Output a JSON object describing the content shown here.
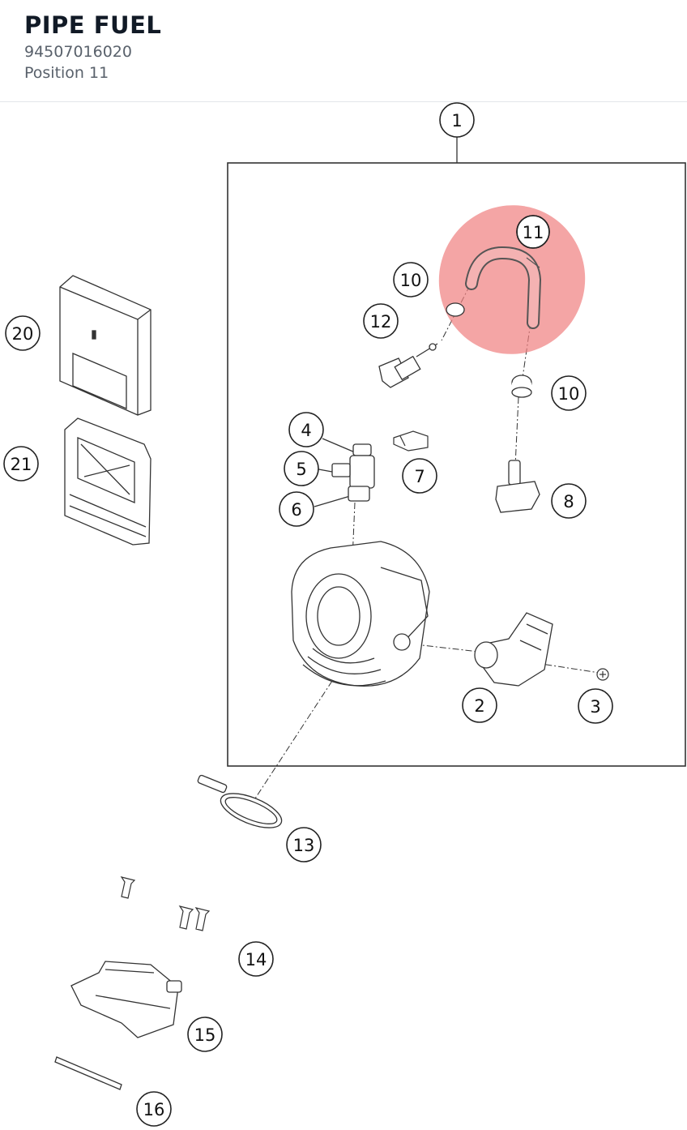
{
  "header": {
    "title": "PIPE FUEL",
    "part_number": "94507016020",
    "position": "Position 11"
  },
  "diagram": {
    "highlight_color": "#ef7f7f",
    "selected_callout": "11",
    "callouts": [
      "1",
      "2",
      "3",
      "4",
      "5",
      "6",
      "7",
      "8",
      "10",
      "10",
      "11",
      "12",
      "13",
      "14",
      "15",
      "16",
      "20",
      "21"
    ]
  }
}
